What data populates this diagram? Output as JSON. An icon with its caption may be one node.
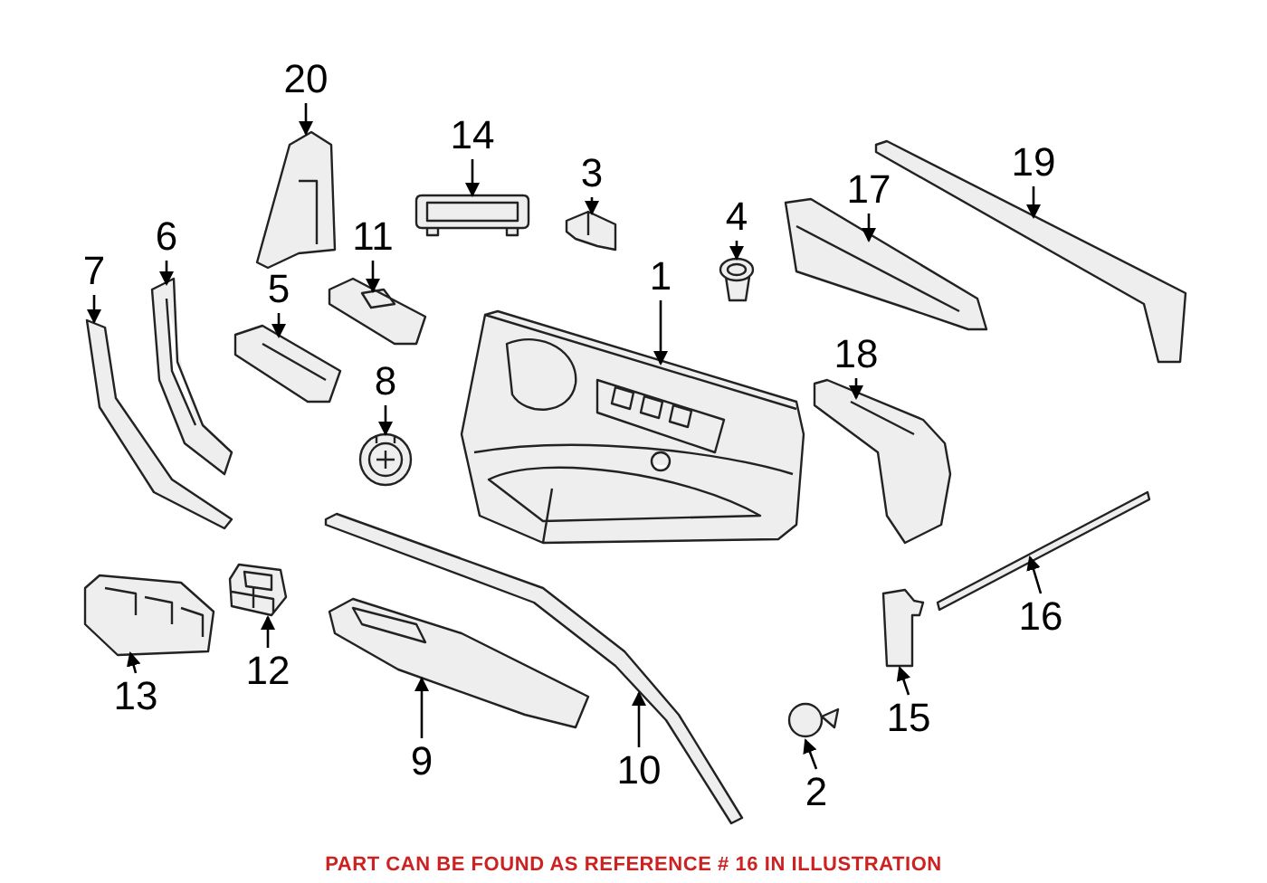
{
  "diagram": {
    "caption": "PART CAN BE FOUND AS REFERENCE # 16 IN ILLUSTRATION",
    "nodes": [
      {
        "text": [
          "1"
        ]
      },
      {
        "text": [
          "2"
        ]
      },
      {
        "text": [
          "3"
        ]
      },
      {
        "text": [
          "4"
        ]
      },
      {
        "text": [
          "5"
        ]
      },
      {
        "text": [
          "6"
        ]
      },
      {
        "text": [
          "7"
        ]
      },
      {
        "text": [
          "8"
        ]
      },
      {
        "text": [
          "9"
        ]
      },
      {
        "text": [
          "10"
        ]
      },
      {
        "text": [
          "11"
        ]
      },
      {
        "text": [
          "12"
        ]
      },
      {
        "text": [
          "13"
        ]
      },
      {
        "text": [
          "14"
        ]
      },
      {
        "text": [
          "15"
        ]
      },
      {
        "text": [
          "16"
        ]
      },
      {
        "text": [
          "17"
        ]
      },
      {
        "text": [
          "18"
        ]
      },
      {
        "text": [
          "19"
        ]
      },
      {
        "text": [
          "20"
        ]
      },
      {
        "text": [],
        "shape": "picture"
      },
      {
        "text": [],
        "shape": "picture"
      },
      {
        "text": [],
        "shape": "picture"
      },
      {
        "text": [],
        "shape": "picture"
      },
      {
        "text": [],
        "shape": "picture"
      },
      {
        "text": [],
        "shape": "picture"
      },
      {
        "text": [],
        "shape": "picture"
      },
      {
        "text": [],
        "shape": "picture"
      },
      {
        "text": [],
        "shape": "picture"
      },
      {
        "text": [],
        "shape": "picture"
      },
      {
        "text": [],
        "shape": "picture"
      },
      {
        "text": [],
        "shape": "picture"
      },
      {
        "text": [],
        "shape": "picture"
      },
      {
        "text": [],
        "shape": "picture"
      },
      {
        "text": [],
        "shape": "picture"
      },
      {
        "text": [],
        "shape": "picture"
      },
      {
        "text": [],
        "shape": "picture"
      },
      {
        "text": [],
        "shape": "picture"
      },
      {
        "text": [],
        "shape": "picture"
      },
      {
        "text": [],
        "shape": "picture"
      }
    ],
    "edges": [
      {
        "from": 0,
        "to": 20,
        "arrow": "to"
      },
      {
        "from": 1,
        "to": 21,
        "arrow": "to"
      },
      {
        "from": 2,
        "to": 22,
        "arrow": "to"
      },
      {
        "from": 3,
        "to": 23,
        "arrow": "to"
      },
      {
        "from": 4,
        "to": 24,
        "arrow": "to"
      },
      {
        "from": 5,
        "to": 25,
        "arrow": "to"
      },
      {
        "from": 6,
        "to": 26,
        "arrow": "to"
      },
      {
        "from": 7,
        "to": 27,
        "arrow": "to"
      },
      {
        "from": 8,
        "to": 28,
        "arrow": "to"
      },
      {
        "from": 9,
        "to": 29,
        "arrow": "to"
      },
      {
        "from": 10,
        "to": 30,
        "arrow": "to"
      },
      {
        "from": 11,
        "to": 31,
        "arrow": "to"
      },
      {
        "from": 12,
        "to": 32,
        "arrow": "to"
      },
      {
        "from": 13,
        "to": 33,
        "arrow": "to"
      },
      {
        "from": 14,
        "to": 34,
        "arrow": "to"
      },
      {
        "from": 15,
        "to": 35,
        "arrow": "to"
      },
      {
        "from": 16,
        "to": 36,
        "arrow": "to"
      },
      {
        "from": 17,
        "to": 37,
        "arrow": "to"
      },
      {
        "from": 18,
        "to": 38,
        "arrow": "to"
      },
      {
        "from": 19,
        "to": 39,
        "arrow": "to"
      }
    ]
  }
}
